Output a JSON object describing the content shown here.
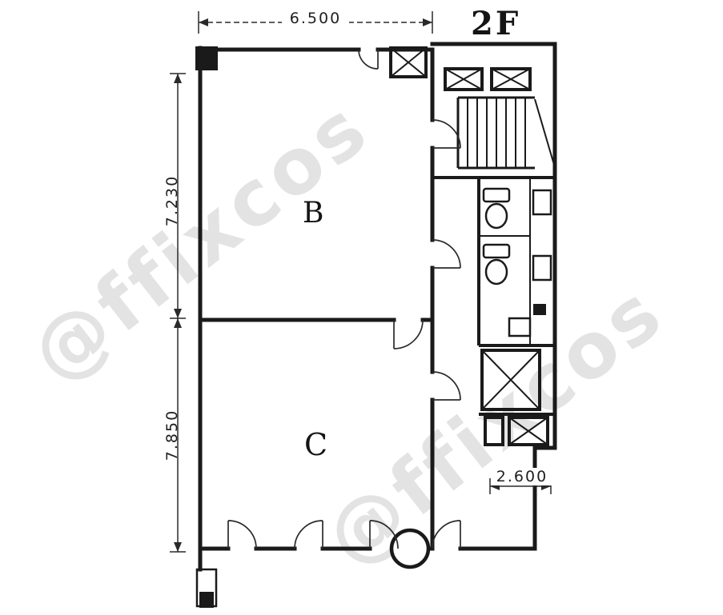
{
  "floor": {
    "title": "2F"
  },
  "rooms": {
    "b": "B",
    "c": "C"
  },
  "dimensions": {
    "top_width": "6.500",
    "left_upper": "7.230",
    "left_lower": "7.850",
    "bottom_right": "2.600"
  },
  "watermark": {
    "text": "@ffixcos"
  },
  "colors": {
    "ink": "#1a1a1a",
    "dimension": "#2a2a2a",
    "watermark": "#c9c9c9",
    "paper": "#ffffff"
  }
}
